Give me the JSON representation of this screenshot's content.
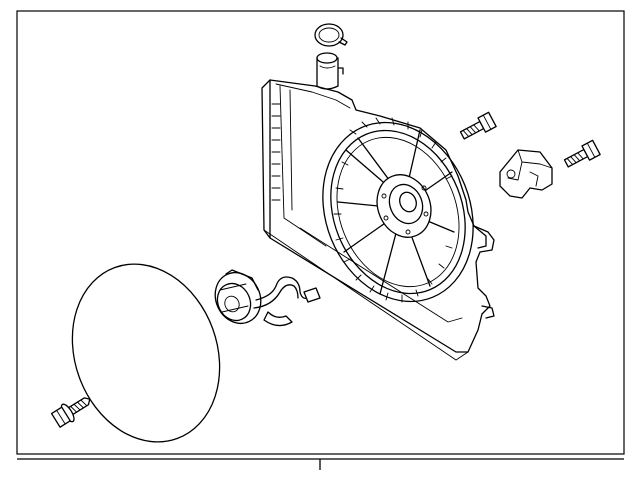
{
  "diagram": {
    "parts": [
      {
        "name": "fan-shroud"
      },
      {
        "name": "fan-blade"
      },
      {
        "name": "fan-motor"
      },
      {
        "name": "hose-clamp"
      },
      {
        "name": "bolt"
      },
      {
        "name": "bracket"
      }
    ]
  }
}
